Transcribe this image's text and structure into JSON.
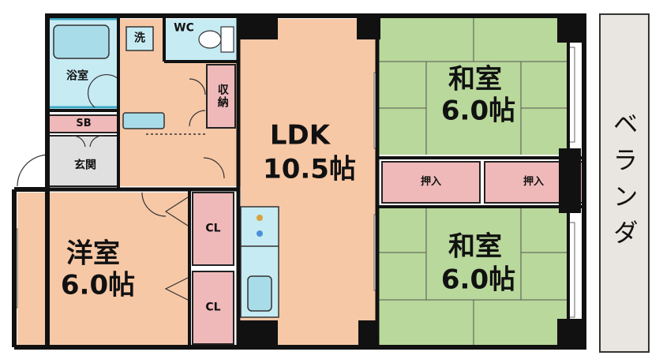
{
  "colors": {
    "tatami": "#b9d89b",
    "flooring": "#f7c8a6",
    "closet": "#efb9b9",
    "wet": "#c6ebf3",
    "wet_fixture": "#a9dce9",
    "balcony": "#e9e5e0",
    "entrance": "#e0e0e0",
    "wall": "#111111"
  },
  "rooms": {
    "ldk": {
      "name": "LDK",
      "size": "10.5帖"
    },
    "washitsu_top": {
      "name": "和室",
      "size": "6.0帖"
    },
    "washitsu_bottom": {
      "name": "和室",
      "size": "6.0帖"
    },
    "youshitsu": {
      "name": "洋室",
      "size": "6.0帖"
    },
    "veranda": "ベランダ",
    "bath": "浴室",
    "wash": "洗",
    "wc": "WC",
    "storage": "収納",
    "sb": "SB",
    "genkan": "玄関",
    "cl_top": "CL",
    "cl_bottom": "CL",
    "oshiire_left": "押入",
    "oshiire_right": "押入"
  }
}
